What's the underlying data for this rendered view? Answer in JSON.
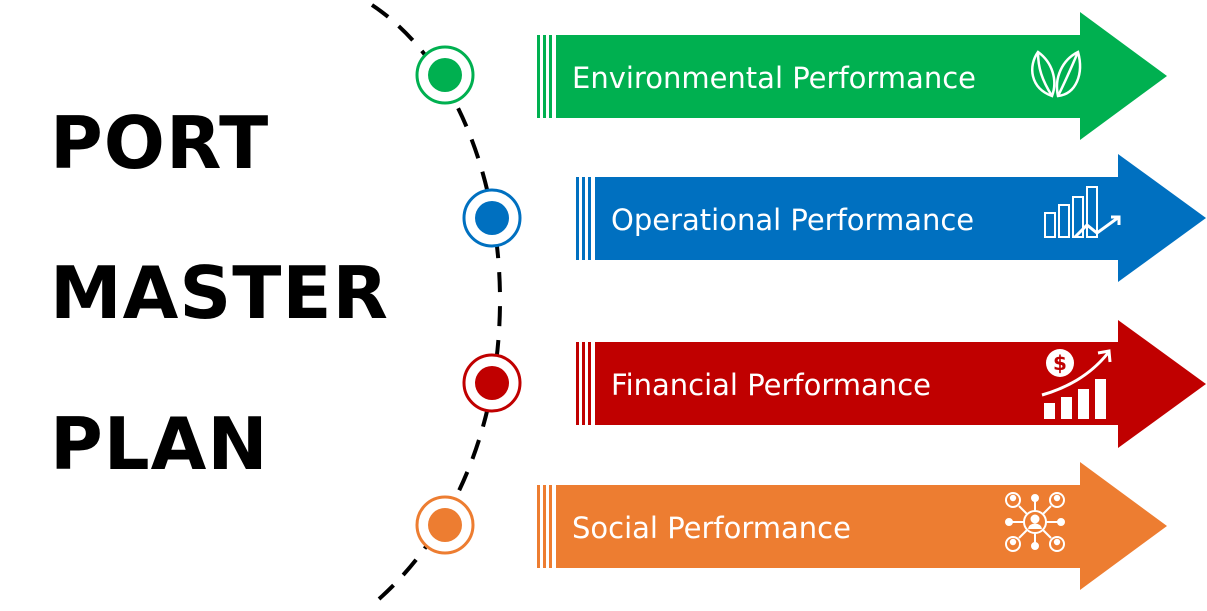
{
  "title": {
    "line1": "PORT",
    "line2": "MASTER",
    "line3": "PLAN"
  },
  "items": [
    {
      "label": "Environmental Performance",
      "color": "#00B050",
      "icon": "leaf-icon"
    },
    {
      "label": "Operational Performance",
      "color": "#0070C0",
      "icon": "bar-chart-trend-icon"
    },
    {
      "label": "Financial Performance",
      "color": "#C00000",
      "icon": "money-growth-chart-icon"
    },
    {
      "label": "Social Performance",
      "color": "#ED7D31",
      "icon": "people-network-icon"
    }
  ]
}
